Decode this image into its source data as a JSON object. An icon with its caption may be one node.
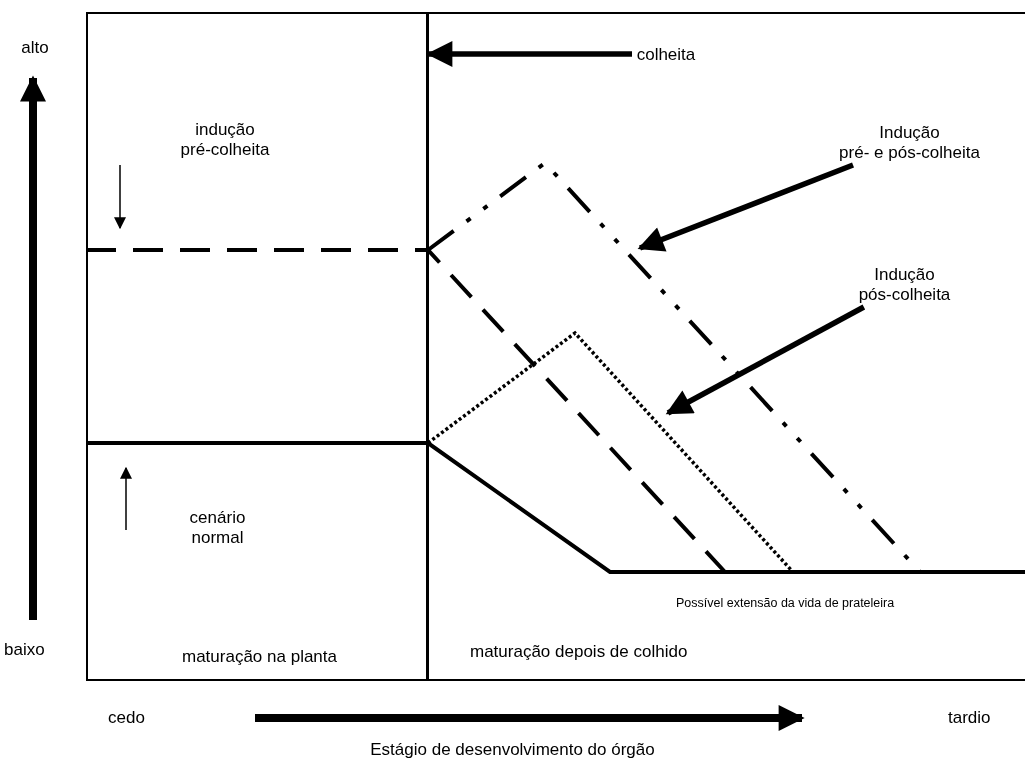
{
  "diagram": {
    "nodes": [
      {
        "text": [
          "maturação na planta"
        ]
      },
      {
        "text": [
          "maturação depois de colhido"
        ]
      },
      {
        "text": [
          "colheita"
        ],
        "in": 1
      },
      {
        "text": [
          "Indução pré- e pós-colheita"
        ],
        "in": 1
      },
      {
        "text": [
          "Indução pós-colheita"
        ],
        "in": 1
      }
    ],
    "edges": [
      {
        "from": 2,
        "to": 0,
        "arrow": "to"
      },
      {
        "from": 3,
        "to": null,
        "arrow": "to"
      },
      {
        "from": 4,
        "to": null,
        "arrow": "to"
      }
    ],
    "labels": [
      "alto",
      "indução pré-colheita",
      "cenário normal",
      "Possível extensão da vida de prateleira",
      "baixo",
      "cedo",
      "tardio",
      "Estágio de desenvolvimento do órgão"
    ]
  }
}
